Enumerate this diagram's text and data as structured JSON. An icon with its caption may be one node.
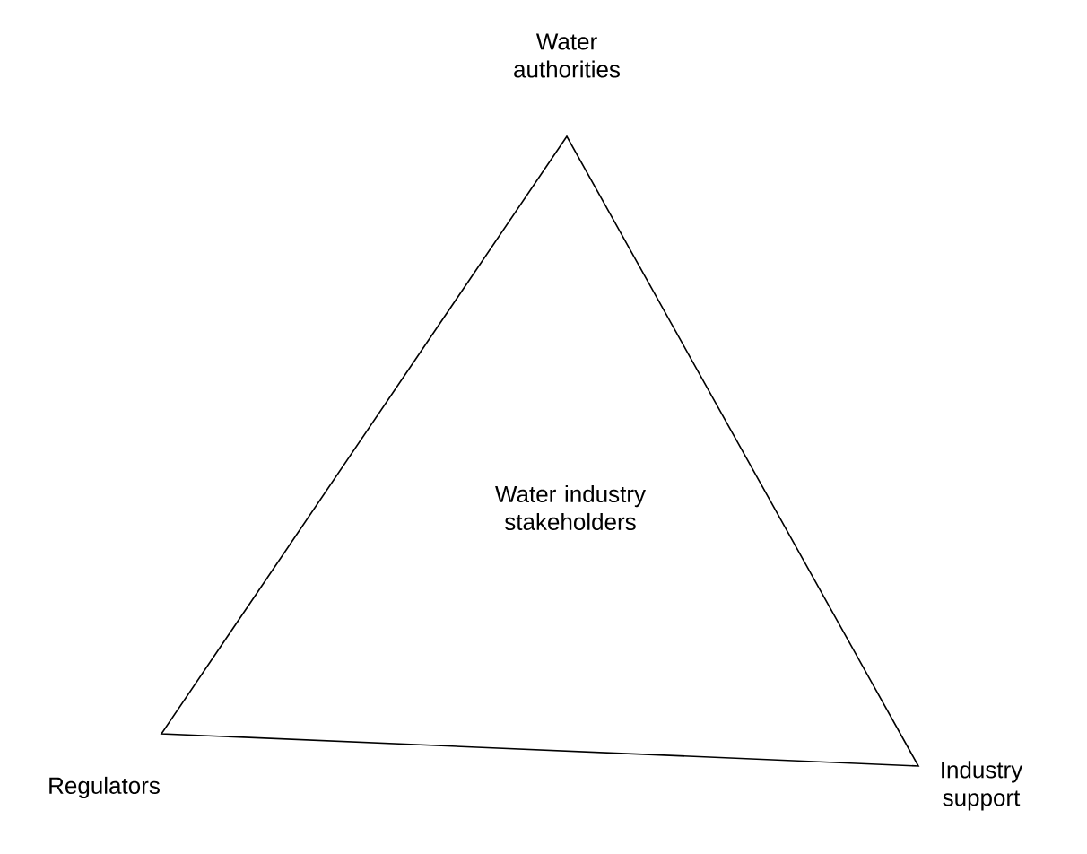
{
  "diagram": {
    "nodes": [
      {
        "text": [
          "Water industry stakeholders"
        ]
      }
    ],
    "labels": [
      "Water authorities",
      "Regulators",
      "Industry support"
    ]
  }
}
